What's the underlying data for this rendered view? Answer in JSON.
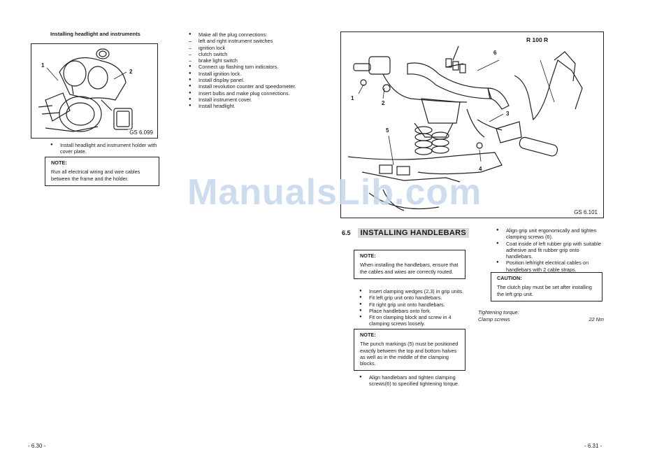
{
  "left_page": {
    "heading": "Installing headlight and instruments",
    "figure": {
      "code": "GS 6.099",
      "callouts": [
        "1",
        "2"
      ]
    },
    "below_figure_steps": [
      "Install headlight and instrument holder with cover plate."
    ],
    "note": {
      "title": "NOTE:",
      "text": "Run all electrical wiring and wire cables between the frame and the holder."
    },
    "right_column_steps": [
      {
        "kind": "dot",
        "text": "Make all the plug connections:"
      },
      {
        "kind": "dash",
        "text": "left and right instrument switches"
      },
      {
        "kind": "dash",
        "text": "ignition lock"
      },
      {
        "kind": "dash",
        "text": "clutch switch"
      },
      {
        "kind": "dash",
        "text": "brake light switch"
      },
      {
        "kind": "dot",
        "text": "Connect up flashing turn indicators."
      },
      {
        "kind": "dot",
        "text": "Install ignition lock."
      },
      {
        "kind": "dot",
        "text": "Install display panel."
      },
      {
        "kind": "dot",
        "text": "Install revolution counter and speedometer."
      },
      {
        "kind": "dot",
        "text": "Insert bulbs and make plug connections."
      },
      {
        "kind": "dot",
        "text": "Install instrument cover."
      },
      {
        "kind": "dot",
        "text": "Install headlight."
      }
    ],
    "page_number": "- 6.30 -"
  },
  "right_page": {
    "figure": {
      "model": "R 100 R",
      "code": "GS 6.101",
      "callouts": [
        "1",
        "2",
        "3",
        "4",
        "5",
        "6"
      ]
    },
    "section": {
      "number": "6.5",
      "title": "INSTALLING HANDLEBARS"
    },
    "note1": {
      "title": "NOTE:",
      "text": "When installing the handlebars, ensure that the cables and wires are correctly routed."
    },
    "steps1": [
      "Insert clamping wedges (2,3) in grip units.",
      "Fit left grip unit onto handlebars.",
      "Fit right grip unit onto handlebars.",
      "Place handlebars onto fork.",
      "Fit on clamping block and screw in 4 clamping screws loosely."
    ],
    "note2": {
      "title": "NOTE:",
      "text": "The punch markings (5) must be positioned exactly between the top and bottom halves as well as in the middle of the clamping blocks."
    },
    "steps2": [
      "Align handlebars and tighten clamping screws(6) to specified tightening torque."
    ],
    "steps3": [
      "Align grip unit ergonomically and tighten clamping screws (6).",
      "Coat inside of left rubber grip with suitable adhesive and fit rubber grip onto handlebars.",
      "Position left/right electrical cables on handlebars with 2 cable straps."
    ],
    "caution": {
      "title": "CAUTION:",
      "text": "The clutch play must be set after installing the left grip unit."
    },
    "torque": {
      "heading": "Tightening torque:",
      "item": "Clamp screws",
      "value": "22 Nm"
    },
    "page_number": "- 6.31 -"
  },
  "watermark": "ManualsLib.com"
}
